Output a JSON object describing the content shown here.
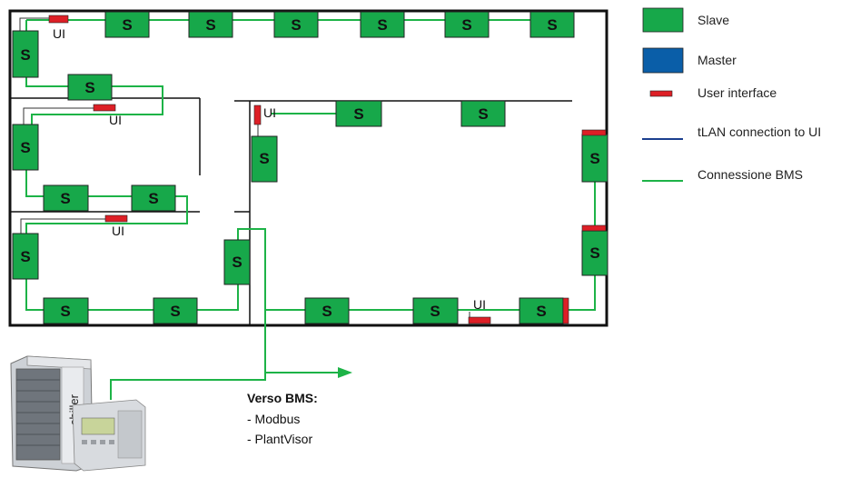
{
  "colors": {
    "slave_fill": "#17a84a",
    "master_fill": "#0a5ea8",
    "ui_fill": "#dd1f26",
    "tlan_line": "#1b3f8f",
    "bms_line": "#1db347",
    "wall": "#111111"
  },
  "units": {
    "slave_label": "S",
    "ui_label": "UI"
  },
  "legend": {
    "slave": "Slave",
    "master": "Master",
    "user_interface": "User interface",
    "tlan": "tLAN connection to UI",
    "bms": "Connessione BMS"
  },
  "bms": {
    "title": "Verso BMS:",
    "items": [
      "- Modbus",
      "- PlantVisor"
    ]
  },
  "chiller": {
    "label": "chiller"
  }
}
